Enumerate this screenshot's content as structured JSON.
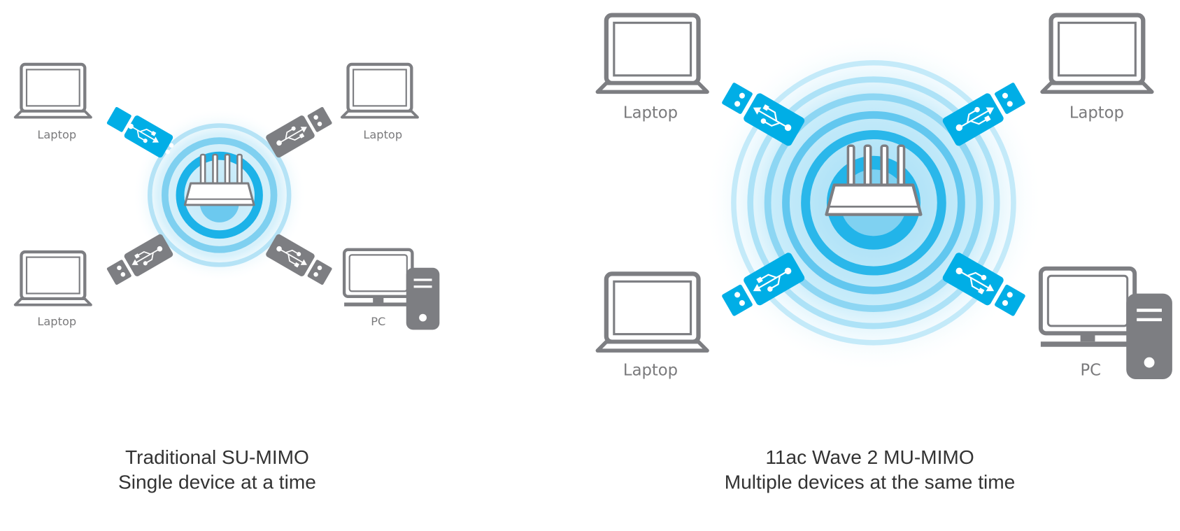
{
  "colors": {
    "accent_blue": "#00aee6",
    "device_gray": "#7d7e82",
    "caption_text": "#333333"
  },
  "left_panel": {
    "devices": {
      "top_left": "Laptop",
      "top_right": "Laptop",
      "bottom_left": "Laptop",
      "bottom_right": "PC"
    },
    "caption_line1": "Traditional SU-MIMO",
    "caption_line2": "Single device at a time"
  },
  "right_panel": {
    "devices": {
      "top_left": "Laptop",
      "top_right": "Laptop",
      "bottom_left": "Laptop",
      "bottom_right": "PC"
    },
    "caption_line1": "11ac Wave 2 MU-MIMO",
    "caption_line2": "Multiple devices at the same time"
  }
}
